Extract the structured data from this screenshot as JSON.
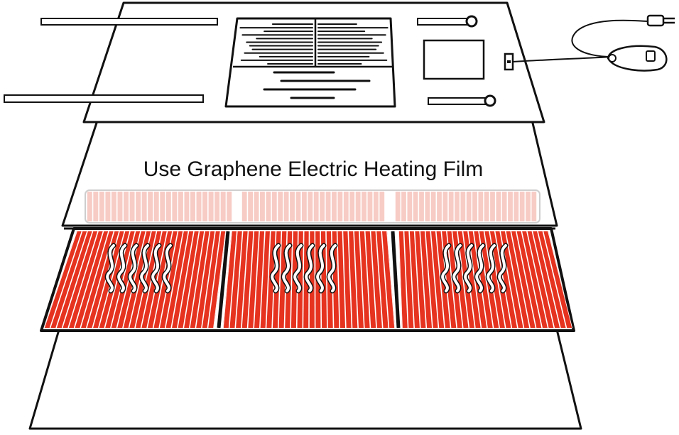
{
  "diagram": {
    "caption": "Use Graphene Electric Heating Film",
    "layers": [
      {
        "name": "control-board"
      },
      {
        "name": "transparent-cover"
      },
      {
        "name": "graphene-heating-film",
        "panel_count": 3
      },
      {
        "name": "base-plate"
      }
    ],
    "colors": {
      "outline": "#111111",
      "film_red": "#e53320",
      "film_line": "#ffffff",
      "ghost_red": "#f7c7bf",
      "background": "#ffffff"
    }
  }
}
